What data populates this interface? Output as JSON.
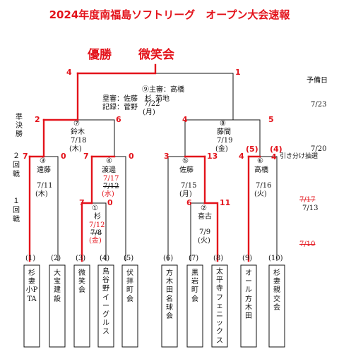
{
  "title": "2024年度南福島ソフトリーグ　オープン大会速報",
  "winner": {
    "label": "優勝",
    "team": "微笑会"
  },
  "side_labels": {
    "semi": [
      "準",
      "決",
      "勝"
    ],
    "round2": [
      "２",
      "回",
      "戦"
    ],
    "round1": [
      "１",
      "回",
      "戦"
    ]
  },
  "final": {
    "game": "⑨主審：高橋",
    "umpires": [
      "塁審：佐藤　杉",
      "記録：菅野"
    ],
    "umpire_extra": "菊地",
    "date": "7/22",
    "day": "(月)",
    "score_left": "4",
    "score_right": "1"
  },
  "reserve": {
    "label": "予備日",
    "dates": [
      "7/23",
      "7/20"
    ],
    "extra_label": "引き分け抽選"
  },
  "semis": [
    {
      "num": "⑦",
      "venue": "鈴木",
      "date": "7/18",
      "day": "(木)",
      "score_left": "2",
      "score_right": "6"
    },
    {
      "num": "⑧",
      "venue": "藤間",
      "date": "7/19",
      "day": "(金)",
      "score_left": "4",
      "score_right": "5"
    }
  ],
  "round2": [
    {
      "num": "③",
      "venue": "遠藤",
      "date": "7/11",
      "day": "(木)",
      "score_left": "7",
      "score_right": "0"
    },
    {
      "num": "④",
      "venue": "渡邊",
      "date": "7/17",
      "date_old": "7/12",
      "day": "(水)",
      "score_left": "7",
      "score_right": "0"
    },
    {
      "num": "⑤",
      "venue": "佐藤",
      "date": "7/15",
      "day": "(月)",
      "score_left": "3",
      "score_right": "13"
    },
    {
      "num": "⑥",
      "venue": "高橋",
      "date": "7/16",
      "day": "(火)",
      "score_left": "4",
      "score_right": "4",
      "pk_left": "(5)",
      "pk_right": "(4)"
    }
  ],
  "round1": [
    {
      "num": "①",
      "venue": "杉",
      "date": "7/12",
      "date_old": "7/8",
      "day": "(金)",
      "score_left": "7",
      "score_right": "0"
    },
    {
      "num": "②",
      "venue": "喜古",
      "date": "7/9",
      "day": "(火)",
      "score_left": "6",
      "score_right": "11"
    }
  ],
  "right_notes": {
    "struck_1": "7/17",
    "current": "7/13",
    "struck_2": "7/10"
  },
  "teams": [
    {
      "num": "(1)",
      "name": "杉妻小PTA"
    },
    {
      "num": "(2)",
      "name": "大宝建設"
    },
    {
      "num": "(3)",
      "name": "微笑会"
    },
    {
      "num": "(4)",
      "name": "鳥谷野イーグルス"
    },
    {
      "num": "(5)",
      "name": "伏拝町会"
    },
    {
      "num": "(6)",
      "name": "方木田名球会"
    },
    {
      "num": "(7)",
      "name": "黒岩町会"
    },
    {
      "num": "(8)",
      "name": "太平寺フェニックス"
    },
    {
      "num": "(9)",
      "name": "オール方木田"
    },
    {
      "num": "(10)",
      "name": "杉妻親交会"
    }
  ],
  "colors": {
    "win": "#e3131b",
    "line": "#111111"
  }
}
